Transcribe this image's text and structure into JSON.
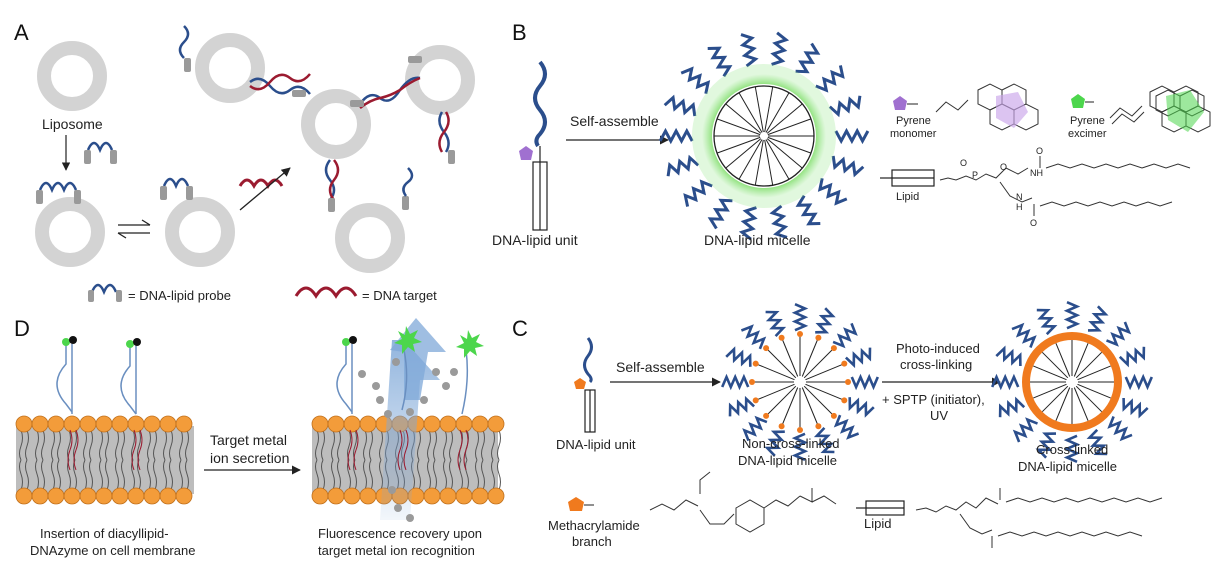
{
  "panels": {
    "a": {
      "letter": "A",
      "liposome": "Liposome",
      "legend_probe": "= DNA-lipid probe",
      "legend_target": "= DNA target"
    },
    "b": {
      "letter": "B",
      "self_assemble": "Self-assemble",
      "unit": "DNA-lipid unit",
      "micelle": "DNA-lipid micelle",
      "pyrene_monomer_1": "Pyrene",
      "pyrene_monomer_2": "monomer",
      "pyrene_excimer_1": "Pyrene",
      "pyrene_excimer_2": "excimer",
      "lipid": "Lipid",
      "chem_o": "O",
      "chem_nh": "NH",
      "chem_n": "N",
      "chem_h": "H",
      "chem_p": "P"
    },
    "c": {
      "letter": "C",
      "self_assemble": "Self-assemble",
      "unit": "DNA-lipid unit",
      "noncl_1": "Non-cross-linked",
      "noncl_2": "DNA-lipid micelle",
      "photo_1": "Photo-induced",
      "photo_2": "cross-linking",
      "sptp_1": "+ SPTP (initiator),",
      "sptp_2": "UV",
      "cl_1": "Cross-linked",
      "cl_2": "DNA-lipid micelle",
      "metha_1": "Methacrylamide",
      "metha_2": "branch",
      "lipid": "Lipid"
    },
    "d": {
      "letter": "D",
      "target_1": "Target metal",
      "target_2": "ion secretion",
      "insert_1": "Insertion of diacyllipid-",
      "insert_2": "DNAzyme on cell membrane",
      "recovery_1": "Fluorescence recovery upon",
      "recovery_2": "target metal ion recognition"
    }
  },
  "colors": {
    "liposome": "#d3d3d3",
    "dna_blue": "#2b4e8c",
    "dna_red": "#9b1b30",
    "lipid_head": "#f39c3a",
    "micelle_green": "#8fe07a",
    "crosslink_orange": "#f07a1e",
    "pyrene_purple": "#a070d0",
    "excimer_green": "#4cd64c",
    "arrow_blue": "#7fa8d8"
  }
}
